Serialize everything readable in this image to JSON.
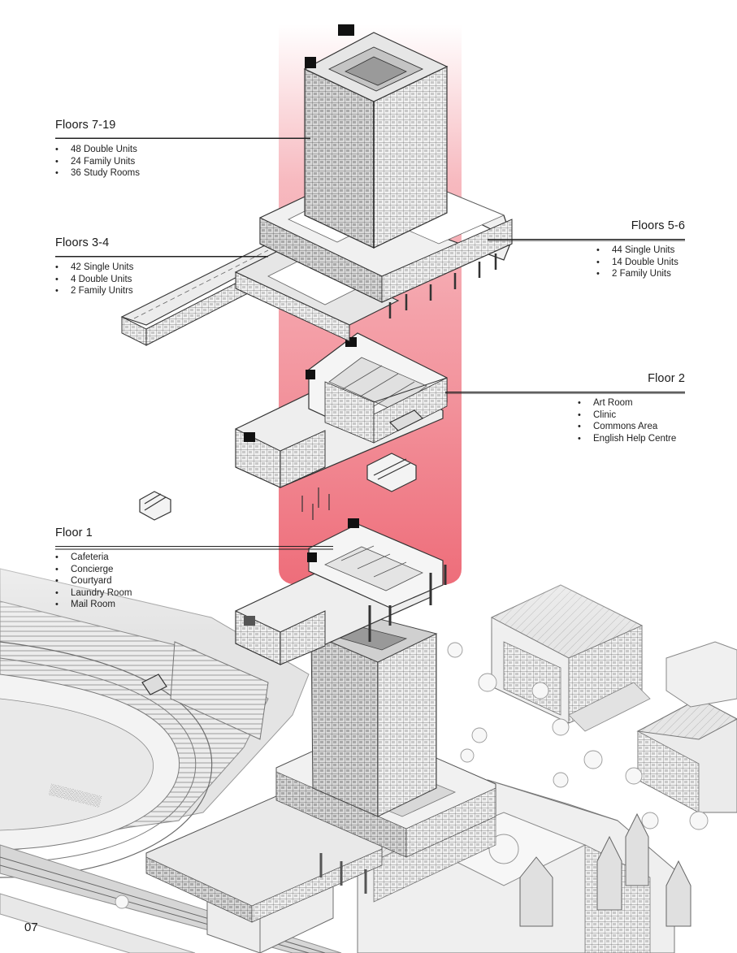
{
  "page_number": "07",
  "callouts": {
    "floors_7_19": {
      "title": "Floors 7-19",
      "items": [
        "48 Double Units",
        "24 Family Units",
        "36 Study Rooms"
      ]
    },
    "floors_5_6": {
      "title": "Floors 5-6",
      "items": [
        "44 Single Units",
        "14 Double Units",
        "2 Family Units"
      ]
    },
    "floors_3_4": {
      "title": "Floors 3-4",
      "items": [
        "42 Single Units",
        "4 Double Units",
        "2 Family Unitrs"
      ]
    },
    "floor_2": {
      "title": "Floor 2",
      "items": [
        "Art Room",
        "Clinic",
        "Commons Area",
        "English Help Centre"
      ]
    },
    "floor_1": {
      "title": "Floor 1",
      "items": [
        "Cafeteria",
        "Concierge",
        "Courtyard",
        "Laundry Room",
        "Mail Room"
      ]
    }
  },
  "colors": {
    "highlight": "#e8394a",
    "ink": "#1a1a1a",
    "linework": "#555555"
  }
}
